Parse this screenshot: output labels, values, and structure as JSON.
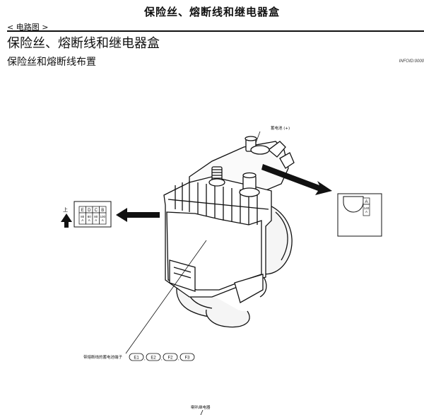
{
  "header": {
    "page_title": "保险丝、熔断线和继电器盒",
    "breadcrumb": "< 电路图 >",
    "section_title": "保险丝、熔断线和继电器盒",
    "sub_title": "保险丝和熔断线布置",
    "info_id": "INFOID:0000"
  },
  "diagram": {
    "battery_label": "蓄电池 (+)",
    "up_label": "上",
    "fuse_block_left": {
      "letters": [
        "E",
        "D",
        "C",
        "B"
      ],
      "ratings": [
        "80\nA",
        "80\nA",
        "80\nA",
        "100\nA"
      ]
    },
    "fuse_block_right": {
      "letter": "A",
      "rating": "140\nA"
    },
    "terminal_label": "带熔断线的蓄电池端子",
    "terminal_codes": [
      "E1",
      "E2",
      "F2",
      "F3"
    ],
    "horn_relay_label": "喇叭继电器"
  }
}
